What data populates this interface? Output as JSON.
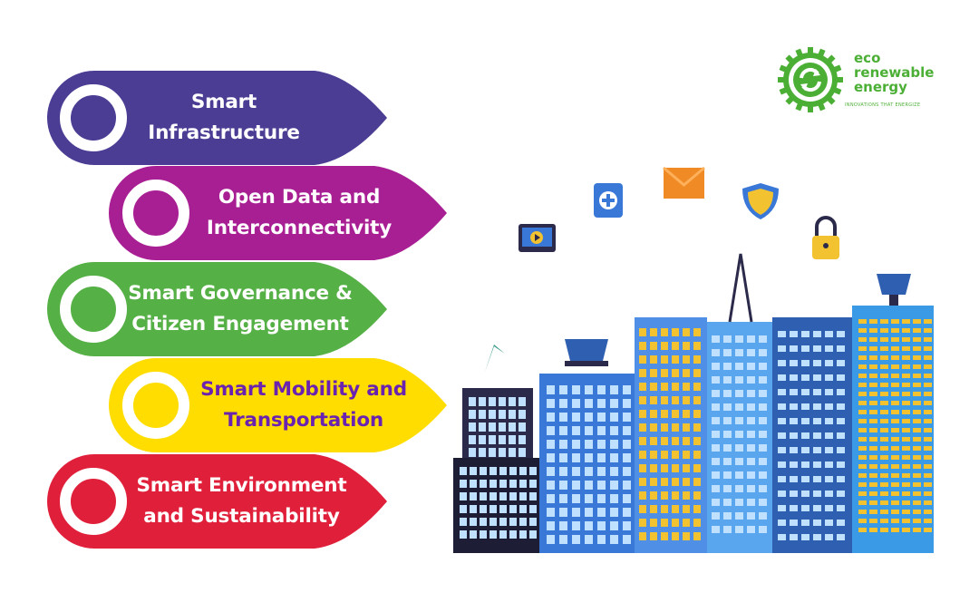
{
  "pillars": [
    {
      "label": "Smart\nInfrastructure",
      "color": "#4b3c94",
      "text_color": "#ffffff"
    },
    {
      "label": "Open Data and\nInterconnectivity",
      "color": "#a81e93",
      "text_color": "#ffffff"
    },
    {
      "label": "Smart Governance &\nCitizen Engagement",
      "color": "#55b045",
      "text_color": "#ffffff"
    },
    {
      "label": "Smart Mobility and\nTransportation",
      "color": "#ffdd00",
      "text_color": "#6a22b0"
    },
    {
      "label": "Smart Environment\nand Sustainability",
      "color": "#e0203a",
      "text_color": "#ffffff"
    }
  ],
  "logo": {
    "words": [
      "eco",
      "renewable",
      "energy"
    ],
    "tagline": "INNOVATIONS THAT ENERGIZE",
    "color": "#4caf35"
  },
  "illustration": {
    "icons": [
      "video-player-icon",
      "medical-cross-icon",
      "mail-envelope-icon",
      "security-shield-icon",
      "padlock-icon"
    ],
    "colors": {
      "tower_blue": "#3a78d8",
      "tower_dark": "#2b2a4a",
      "window_yellow": "#f2c230",
      "window_light": "#bfe0ff"
    }
  }
}
